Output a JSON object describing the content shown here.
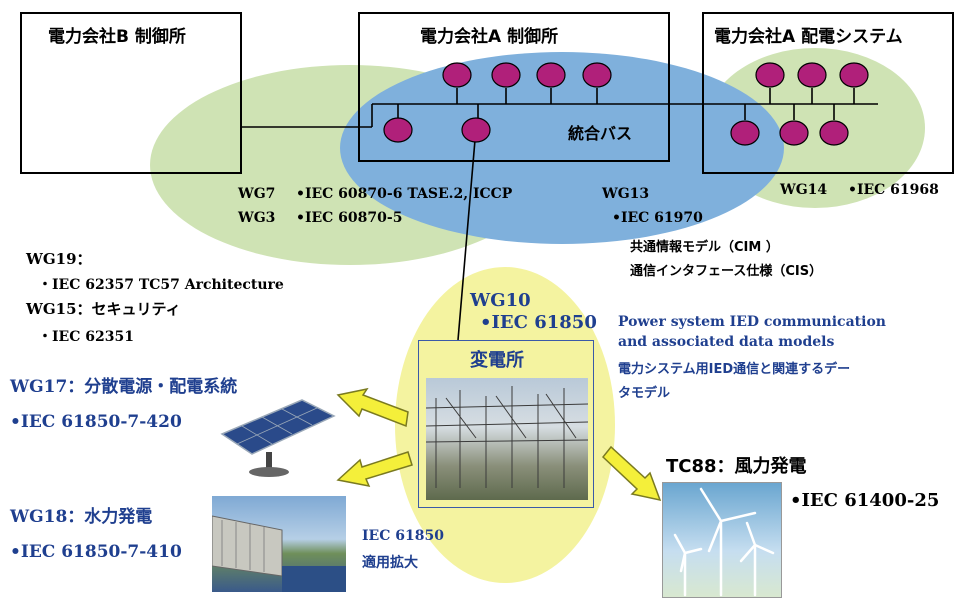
{
  "boxes": {
    "company_b": "電力会社B 制御所",
    "company_a_control": "電力会社A 制御所",
    "company_a_distribution": "電力会社A 配電システム"
  },
  "bus_label": "統合バス",
  "standards": {
    "wg7_label": "WG7",
    "wg7_std": "•IEC 60870-6 TASE.2, ICCP",
    "wg3_label": "WG3",
    "wg3_std": "•IEC 60870-5",
    "wg13_label": "WG13",
    "wg13_std": "•IEC 61970",
    "wg13_cim": "共通情報モデル（CIM ）",
    "wg13_cis": "通信インタフェース仕様（CIS）",
    "wg14_label": "WG14",
    "wg14_std": "•IEC 61968",
    "wg19_label": "WG19：",
    "wg19_std": "・IEC 62357 TC57 Architecture",
    "wg15_label": "WG15：セキュリティ",
    "wg15_std": "・IEC 62351",
    "wg10_label": "WG10",
    "wg10_std": "•IEC 61850",
    "ied_en_1": "Power system IED communication",
    "ied_en_2": "and associated data models",
    "ied_jp_1": "電力システム用IED通信と関連するデー",
    "ied_jp_2": "タモデル"
  },
  "substation_label": "変電所",
  "wg17": {
    "title": "WG17：分散電源・配電系統",
    "std": "•IEC 61850-7-420"
  },
  "wg18": {
    "title": "WG18：水力発電",
    "std": "•IEC 61850-7-410"
  },
  "tc88": {
    "title": "TC88：風力発電",
    "std": "•IEC 61400-25"
  },
  "expansion": {
    "line1": "IEC 61850",
    "line2": "適用拡大"
  },
  "colors": {
    "green_ellipse": "#cfe3b4",
    "blue_ellipse": "#7fb0dc",
    "yellow_ellipse": "#f4f3a0",
    "node_fill": "#b0207a",
    "arrow_fill": "#f4ef3a",
    "arrow_stroke": "#7a7a20",
    "text_blue": "#1f3f8f"
  }
}
